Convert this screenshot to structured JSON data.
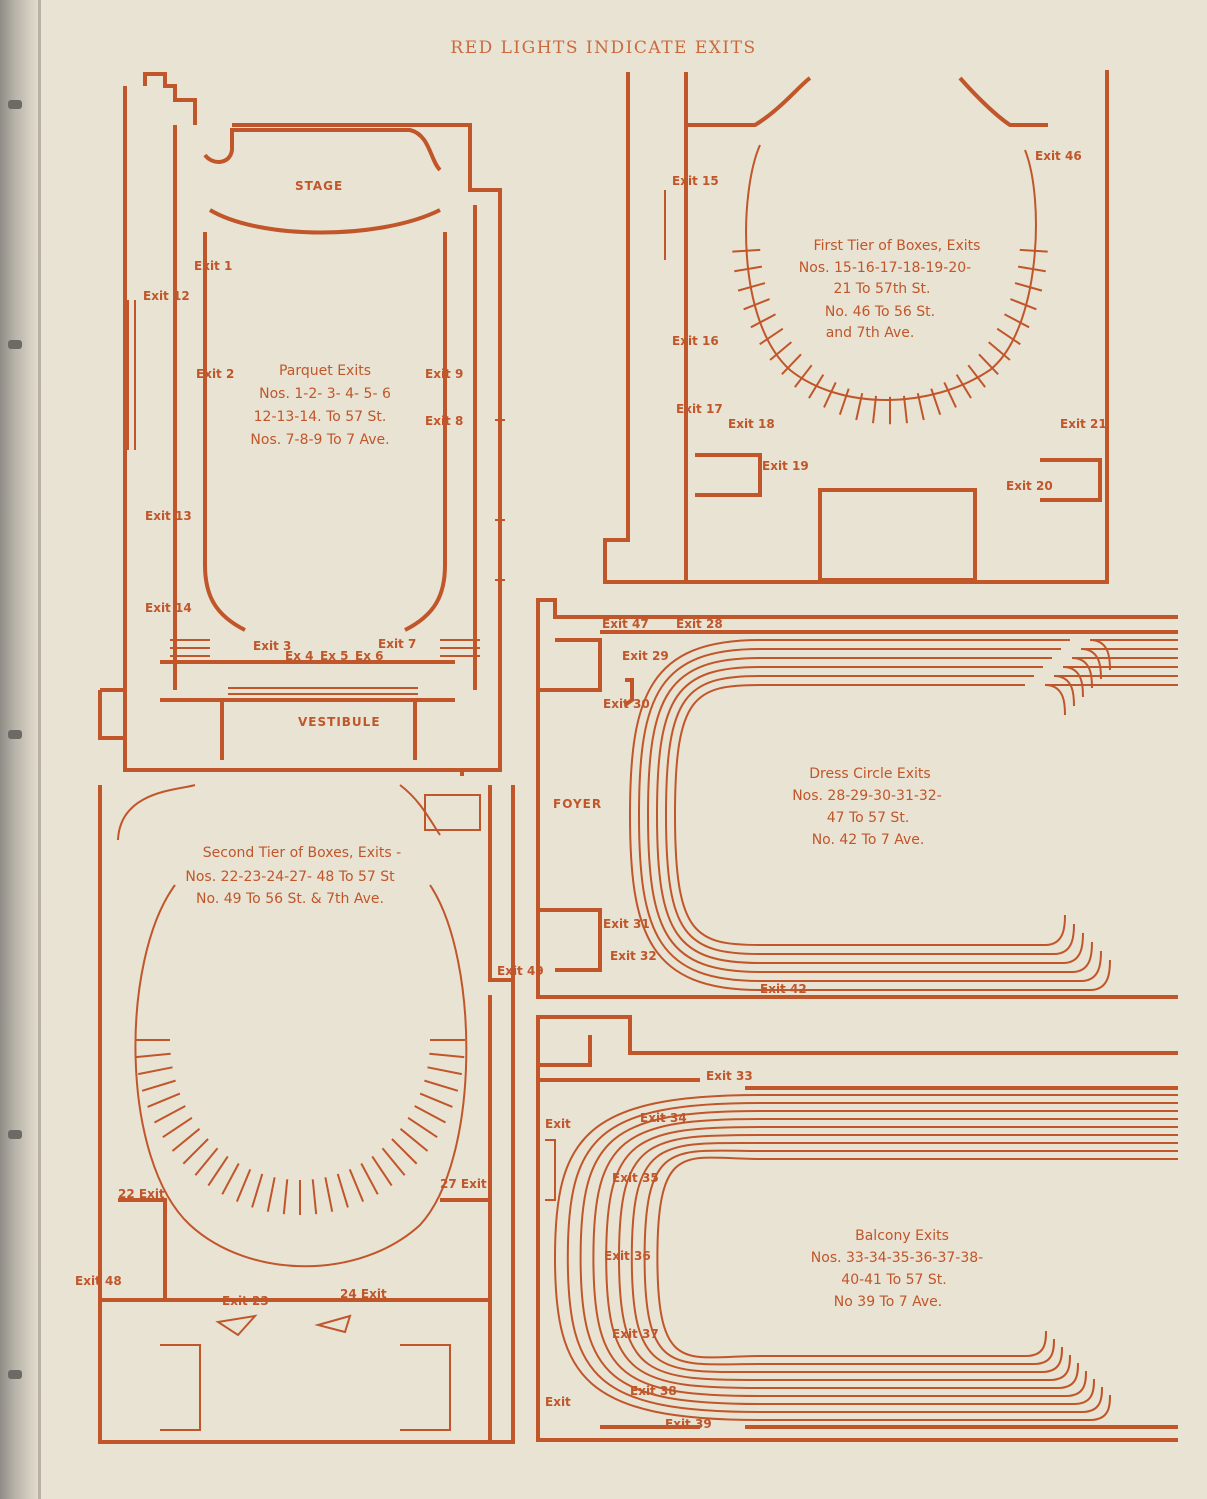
{
  "header": {
    "title": "RED LIGHTS INDICATE EXITS"
  },
  "colors": {
    "paper": "#e9e3d4",
    "ink": "#c0562a",
    "header_ink": "#c96a3d"
  },
  "parquet": {
    "stage": "STAGE",
    "vestibule": "VESTIBULE",
    "caption": [
      "Parquet Exits",
      "Nos. 1-2- 3- 4- 5- 6",
      "12-13-14. To 57 St.",
      "Nos. 7-8-9 To 7 Ave."
    ],
    "exits": [
      "Exit 1",
      "Exit 12",
      "Exit 2",
      "Exit 9",
      "Exit 8",
      "Exit 13",
      "Exit 14",
      "Exit 3",
      "Ex 4",
      "Ex 5",
      "Ex 6",
      "Exit 7"
    ]
  },
  "first_tier": {
    "caption": [
      "First Tier of Boxes, Exits",
      "Nos. 15-16-17-18-19-20-",
      "21 To 57th St.",
      "No. 46 To 56 St.",
      "and 7th Ave."
    ],
    "exits": [
      "Exit 15",
      "Exit 16",
      "Exit 17",
      "Exit 18",
      "Exit 19",
      "Exit 46",
      "Exit 21",
      "Exit 20"
    ]
  },
  "dress_circle": {
    "foyer": "FOYER",
    "caption": [
      "Dress Circle Exits",
      "Nos. 28-29-30-31-32-",
      "47 To 57 St.",
      "No. 42 To 7 Ave."
    ],
    "exits": [
      "Exit 47",
      "Exit 28",
      "Exit 29",
      "Exit 30",
      "Exit 31",
      "Exit 32",
      "Exit 42"
    ]
  },
  "second_tier": {
    "caption": [
      "Second Tier of Boxes, Exits -",
      "Nos. 22-23-24-27- 48 To 57 St",
      "No. 49 To 56 St. & 7th Ave."
    ],
    "exits": [
      "Exit 49",
      "22 Exit",
      "27 Exit",
      "Exit 48",
      "Exit 23",
      "24 Exit"
    ]
  },
  "balcony": {
    "caption": [
      "Balcony Exits",
      "Nos. 33-34-35-36-37-38-",
      "40-41 To 57 St.",
      "No 39 To 7 Ave."
    ],
    "exits": [
      "Exit 33",
      "Exit",
      "Exit 34",
      "Exit 35",
      "Exit 36",
      "Exit 37",
      "Exit 38",
      "Exit",
      "Exit 39"
    ]
  }
}
